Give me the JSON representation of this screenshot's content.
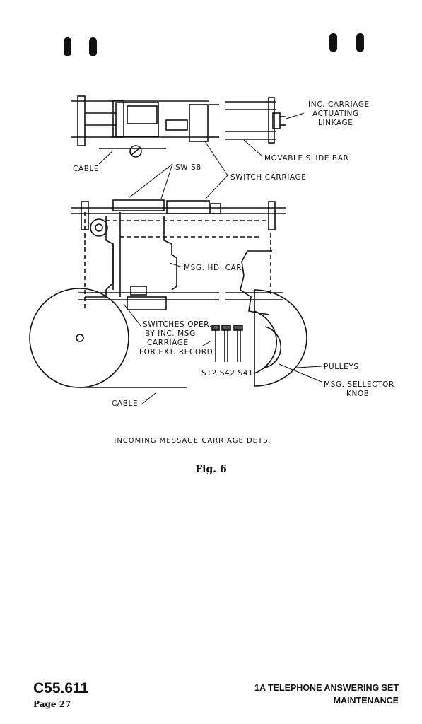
{
  "diagram": {
    "labels": {
      "inc_carriage_line1": "INC. CARRIAGE",
      "inc_carriage_line2": "ACTUATING",
      "inc_carriage_line3": "LINKAGE",
      "movable_slide_bar": "MOVABLE SLIDE BAR",
      "cable_top": "CABLE",
      "sw_s8": "SW S8",
      "switch_carriage": "SWITCH CARRIAGE",
      "msg_hd_car": "MSG. HD. CAR.",
      "switches_line1": "SWITCHES OPER.",
      "switches_line2": "BY INC. MSG.",
      "switches_line3": "CARRIAGE",
      "switches_line4": "FOR EXT. RECORD",
      "switch_ids": "S12 S42 S41",
      "pulleys": "PULLEYS",
      "selector_line1": "MSG. SELLECTOR",
      "selector_line2": "KNOB",
      "cable_bottom": "CABLE"
    },
    "caption": "INCOMING MESSAGE CARRIAGE DETS.",
    "figure": "Fig. 6"
  },
  "footer": {
    "doc_number": "C55.611",
    "page": "Page 27",
    "title_line1": "1A TELEPHONE ANSWERING SET",
    "title_line2": "MAINTENANCE"
  }
}
